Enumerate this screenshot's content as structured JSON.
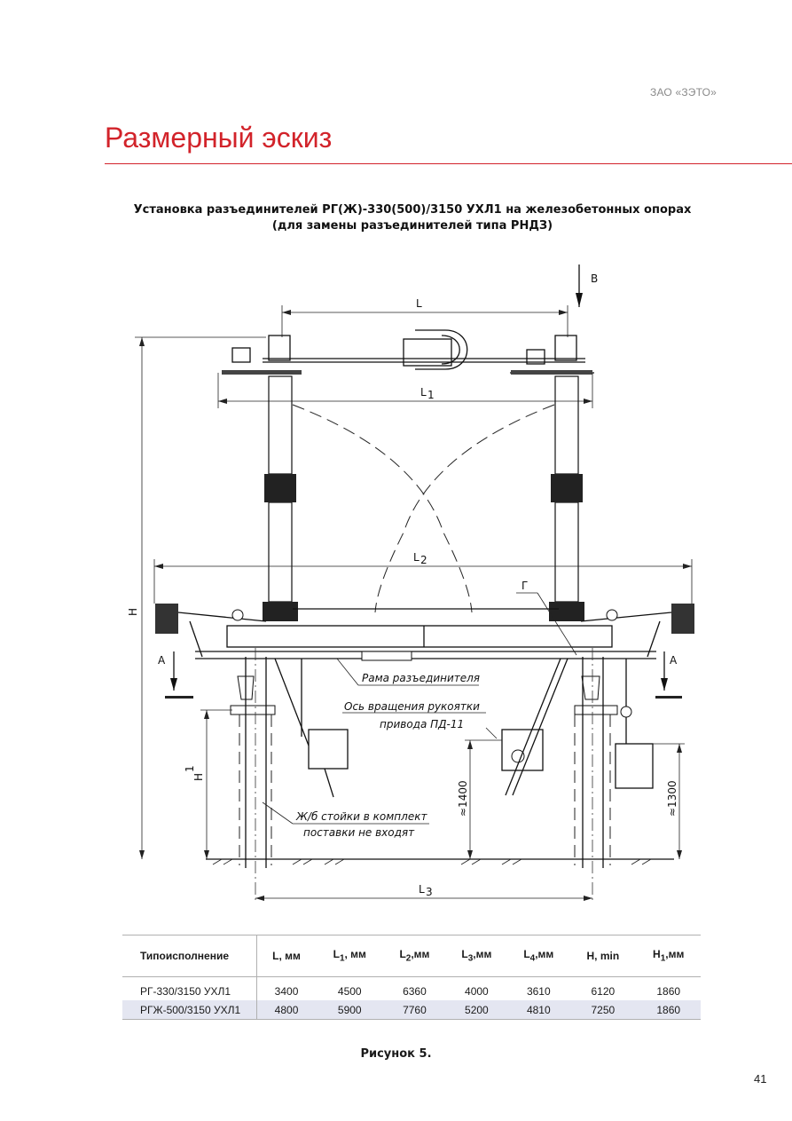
{
  "header": {
    "company": "ЗАО «ЗЭТО»",
    "title": "Размерный эскиз"
  },
  "subtitle": {
    "line1": "Установка разъединителей РГ(Ж)-330(500)/3150 УХЛ1 на железобетонных опорах",
    "line2": "(для замены разъединителей типа РНДЗ)"
  },
  "drawing": {
    "view_b": "В",
    "dim_L": "L",
    "dim_L1": "L",
    "dim_L1_sub": "1",
    "dim_L2": "L",
    "dim_L2_sub": "2",
    "dim_L3": "L",
    "dim_L3_sub": "3",
    "dim_H": "H",
    "dim_H1": "H",
    "dim_H1_sub": "1",
    "section_left": "А",
    "section_right": "А",
    "detail_g": "Г",
    "callout_frame": "Рама разъединителя",
    "callout_axis_1": "Ось вращения рукоятки",
    "callout_axis_2": "привода ПД-11",
    "callout_posts_1": "Ж/б стойки в комплект",
    "callout_posts_2": "поставки не входят",
    "dim_1400": "≈1400",
    "dim_1300": "≈1300"
  },
  "table": {
    "headers": [
      {
        "main": "Типоисполнение",
        "sub": ""
      },
      {
        "main": "L, мм",
        "sub": ""
      },
      {
        "main": "L",
        "sub": "1",
        "unit": ", мм"
      },
      {
        "main": "L",
        "sub": "2",
        "unit": ",мм"
      },
      {
        "main": "L",
        "sub": "3",
        "unit": ",мм"
      },
      {
        "main": "L",
        "sub": "4",
        "unit": ",мм"
      },
      {
        "main": "H, min",
        "sub": ""
      },
      {
        "main": "H",
        "sub": "1",
        "unit": ",мм"
      }
    ],
    "rows": [
      [
        "РГ-330/3150 УХЛ1",
        "3400",
        "4500",
        "6360",
        "4000",
        "3610",
        "6120",
        "1860"
      ],
      [
        "РГЖ-500/3150 УХЛ1",
        "4800",
        "5900",
        "7760",
        "5200",
        "4810",
        "7250",
        "1860"
      ]
    ]
  },
  "caption": "Рисунок 5.",
  "page_number": "41"
}
